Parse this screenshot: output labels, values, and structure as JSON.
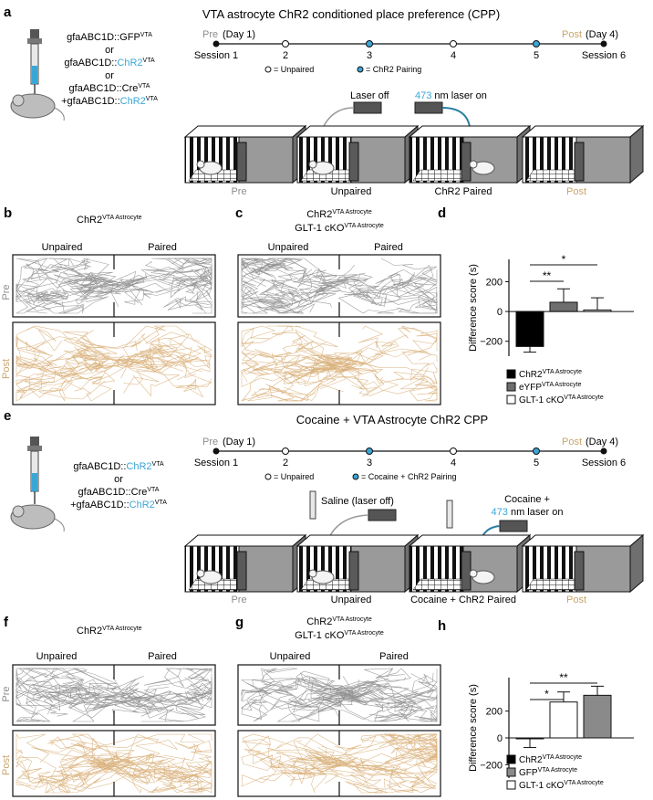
{
  "colors": {
    "pre": "#8c8c8c",
    "post": "#c9a46a",
    "blue": "#3aa6d6",
    "trace_pre": "#8f8f8f",
    "trace_post": "#d9b07a"
  },
  "panel_letters": {
    "a": "a",
    "b": "b",
    "c": "c",
    "d": "d",
    "e": "e",
    "f": "f",
    "g": "g",
    "h": "h"
  },
  "panel_a": {
    "title": "VTA astrocyte ChR2 conditioned place preference (CPP)",
    "injections": [
      {
        "prefix": "gfaABC1D::",
        "name": "GFP",
        "sup": "VTA"
      },
      {
        "text": "or"
      },
      {
        "prefix": "gfaABC1D::",
        "name": "ChR2",
        "sup": "VTA",
        "blue": true
      },
      {
        "text": "or"
      },
      {
        "prefix": "gfaABC1D::",
        "name": "Cre",
        "sup": "VTA"
      },
      {
        "prefix": "+gfaABC1D::",
        "name": "ChR2",
        "sup": "VTA",
        "blue": true
      }
    ],
    "pre_label": "Pre",
    "pre_day": "(Day 1)",
    "post_label": "Post",
    "post_day": "(Day 4)",
    "sessions": [
      "Session 1",
      "2",
      "3",
      "4",
      "5",
      "Session 6"
    ],
    "legend_unpaired": "= Unpaired",
    "legend_paired": "= ChR2 Pairing",
    "laser_off": "Laser off",
    "laser_nm": "473",
    "laser_on": " nm laser on",
    "boxes": [
      "Pre",
      "Unpaired",
      "ChR2 Paired",
      "Post"
    ]
  },
  "panel_e": {
    "title": "Cocaine + VTA Astrocyte ChR2 CPP",
    "injections": [
      {
        "prefix": "gfaABC1D::",
        "name": "ChR2",
        "sup": "VTA",
        "blue": true
      },
      {
        "text": "or"
      },
      {
        "prefix": "gfaABC1D::",
        "name": "Cre",
        "sup": "VTA"
      },
      {
        "prefix": "+gfaABC1D::",
        "name": "ChR2",
        "sup": "VTA",
        "blue": true
      }
    ],
    "pre_label": "Pre",
    "pre_day": "(Day 1)",
    "post_label": "Post",
    "post_day": "(Day 4)",
    "sessions": [
      "Session 1",
      "2",
      "3",
      "4",
      "5",
      "Session 6"
    ],
    "legend_unpaired": "= Unpaired",
    "legend_paired": "= Cocaine + ChR2 Pairing",
    "saline": "Saline (laser off)",
    "cocaine_line1": "Cocaine +",
    "laser_nm": "473",
    "laser_on": " nm laser on",
    "boxes": [
      "Pre",
      "Unpaired",
      "Cocaine + ChR2 Paired",
      "Post"
    ]
  },
  "tracks": {
    "b": {
      "title": "ChR2",
      "title_sup": "VTA Astrocyte"
    },
    "c": {
      "title": "ChR2",
      "title_sup": "VTA Astrocyte",
      "title2": "GLT-1 cKO",
      "title2_sup": "VTA Astrocyte"
    },
    "f": {
      "title": "ChR2",
      "title_sup": "VTA Astrocyte"
    },
    "g": {
      "title": "ChR2",
      "title_sup": "VTA Astrocyte",
      "title2": "GLT-1 cKO",
      "title2_sup": "VTA Astrocyte"
    },
    "unpaired": "Unpaired",
    "paired": "Paired",
    "row_pre": "Pre",
    "row_post": "Post"
  },
  "chart_data": [
    {
      "panel": "d",
      "type": "bar",
      "ylabel": "Difference score (s)",
      "ylim": [
        -300,
        350
      ],
      "yticks": [
        -200,
        0,
        200
      ],
      "categories": [
        "ChR2 VTA Astrocyte",
        "eYFP VTA Astrocyte",
        "GLT-1 cKO VTA Astrocyte"
      ],
      "values": [
        -235,
        62,
        10
      ],
      "errors": [
        38,
        90,
        82
      ],
      "fills": [
        "#000000",
        "#6e6e6e",
        "#ffffff"
      ],
      "legend": [
        {
          "name": "ChR2",
          "sup": "VTA Astrocyte"
        },
        {
          "name": "eYFP",
          "sup": "VTA Astrocyte"
        },
        {
          "name": "GLT-1 cKO",
          "sup": "VTA Astrocyte"
        }
      ],
      "significance": [
        {
          "from": 0,
          "to": 1,
          "label": "**"
        },
        {
          "from": 0,
          "to": 2,
          "label": "*"
        }
      ]
    },
    {
      "panel": "h",
      "type": "bar",
      "ylabel": "Difference score (s)",
      "ylim": [
        -300,
        450
      ],
      "yticks": [
        -200,
        0,
        200
      ],
      "categories": [
        "ChR2 VTA Astrocyte",
        "GLT-1 cKO VTA Astrocyte",
        "GFP VTA Astrocyte"
      ],
      "values": [
        -2,
        268,
        318
      ],
      "errors": [
        70,
        75,
        68
      ],
      "fills": [
        "#000000",
        "#ffffff",
        "#8a8a8a"
      ],
      "legend": [
        {
          "name": "ChR2",
          "sup": "VTA Astrocyte",
          "fill": "#000000"
        },
        {
          "name": "GFP",
          "sup": "VTA Astrocyte",
          "fill": "#8a8a8a"
        },
        {
          "name": "GLT-1 cKO",
          "sup": "VTA Astrocyte",
          "fill": "#ffffff"
        }
      ],
      "significance": [
        {
          "from": 0,
          "to": 1,
          "label": "*"
        },
        {
          "from": 0,
          "to": 2,
          "label": "**"
        }
      ]
    }
  ]
}
